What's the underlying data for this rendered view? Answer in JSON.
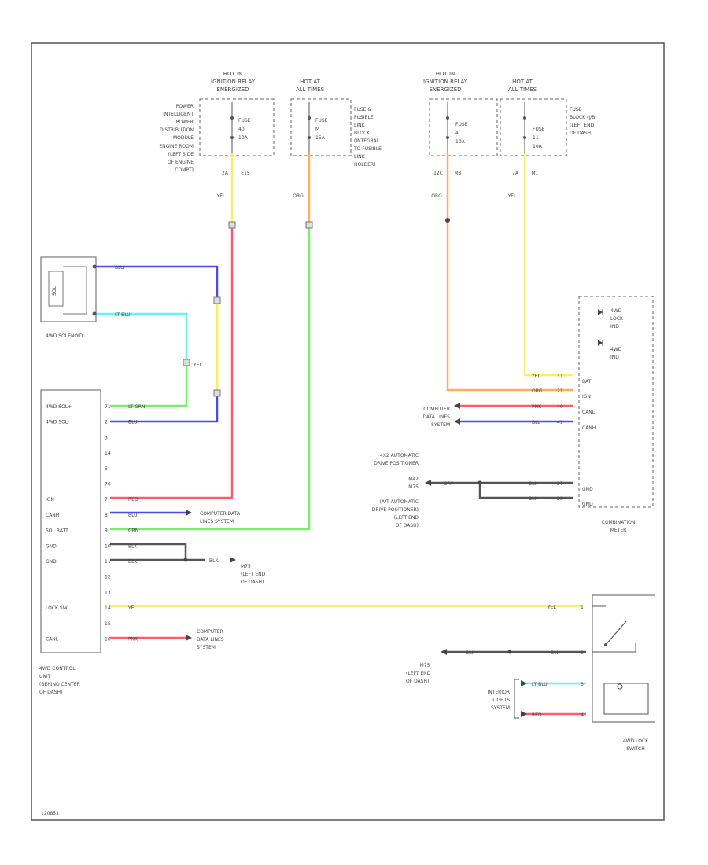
{
  "colors": {
    "yel": "#f2f26a",
    "red": "#ff5a6e",
    "org": "#ffad60",
    "grn": "#7cec6c",
    "blu": "#4a4af0",
    "ltblu": "#6cf0f0",
    "ltgrn": "#7cec6c",
    "blk": "#555555",
    "frame": "#555555"
  },
  "fuses": {
    "a": {
      "head": [
        "HOT IN",
        "IGNITION RELAY",
        "ENERGIZED"
      ],
      "fuse": [
        "FUSE",
        "40",
        "10A"
      ],
      "terms": [
        "2A",
        "E15"
      ],
      "wire": "YEL",
      "desc": [
        "POWER",
        "INTELLIGENT",
        "POWER",
        "DISTRIBUTION",
        "MODULE",
        "ENGINE ROOM",
        "(LEFT SIDE",
        "OF ENGINE",
        "COMPT)"
      ]
    },
    "b": {
      "head": [
        "HOT AT",
        "ALL TIMES"
      ],
      "fuse": [
        "FUSE",
        "M",
        "15A"
      ],
      "wire": "ORG",
      "desc": [
        "FUSE &",
        "FUSIBLE",
        "LINK",
        "BLOCK",
        "(INTEGRAL",
        "TO FUSIBLE",
        "LINK",
        "HOLDER)"
      ]
    },
    "c": {
      "head": [
        "HOT IN",
        "IGNITION RELAY",
        "ENERGIZED"
      ],
      "fuse": [
        "FUSE",
        "4",
        "10A"
      ],
      "terms": [
        "12C",
        "M3"
      ],
      "wire": "ORG"
    },
    "d": {
      "head": [
        "HOT AT",
        "ALL TIMES"
      ],
      "fuse": [
        "FUSE",
        "11",
        "10A"
      ],
      "terms": [
        "7A",
        "M1"
      ],
      "wire": "YEL",
      "desc": [
        "FUSE",
        "BLOCK (J/B)",
        "(LEFT END",
        "OF DASH)"
      ]
    }
  },
  "solenoid": {
    "title": "4WD SOLENOID",
    "inner": "SOL",
    "w1": "BLU",
    "w2": "LT BLU"
  },
  "splice_yel": "YEL",
  "control": {
    "title": [
      "4WD CONTROL",
      "UNIT",
      "(BEHIND CENTER",
      "OF DASH)"
    ],
    "pins": [
      {
        "no": "71",
        "name": "4WD SOL+",
        "wire": "LT GRN"
      },
      {
        "no": "2",
        "name": "4WD SOL-",
        "wire": "BLU"
      },
      {
        "no": "3",
        "name": "",
        "wire": ""
      },
      {
        "no": "14",
        "name": "",
        "wire": ""
      },
      {
        "no": "5",
        "name": "",
        "wire": ""
      },
      {
        "no": "76",
        "name": "",
        "wire": ""
      },
      {
        "no": "7",
        "name": "IGN",
        "wire": "RED"
      },
      {
        "no": "8",
        "name": "CANH",
        "wire": "BLU"
      },
      {
        "no": "9",
        "name": "SOL BATT",
        "wire": "GRN"
      },
      {
        "no": "10",
        "name": "GND",
        "wire": "BLK"
      },
      {
        "no": "11",
        "name": "GND",
        "wire": "BLK"
      },
      {
        "no": "12",
        "name": "",
        "wire": ""
      },
      {
        "no": "13",
        "name": "",
        "wire": ""
      },
      {
        "no": "14",
        "name": "LOCK SW",
        "wire": "YEL"
      },
      {
        "no": "15",
        "name": "",
        "wire": ""
      },
      {
        "no": "16",
        "name": "CANL",
        "wire": "PNK"
      }
    ],
    "cdl1": [
      "COMPUTER DATA",
      "LINES SYSTEM"
    ],
    "cdl2": [
      "COMPUTER",
      "DATA LINES",
      "SYSTEM"
    ],
    "gnd_wire": "BLK",
    "gnd_name": [
      "M75",
      "(LEFT END",
      "OF DASH)"
    ]
  },
  "meter": {
    "title": [
      "COMBINATION",
      "METER"
    ],
    "ind1": [
      "4WD",
      "LOCK",
      "IND"
    ],
    "ind2": [
      "4WD",
      "IND"
    ],
    "pins": [
      {
        "no": "11",
        "name": "BAT",
        "wire": "YEL"
      },
      {
        "no": "21",
        "name": "IGN",
        "wire": "ORG"
      },
      {
        "no": "40",
        "name": "CANL",
        "wire": "PNK"
      },
      {
        "no": "41",
        "name": "CANH",
        "wire": "BLU"
      }
    ],
    "gpins": [
      {
        "no": "27",
        "name": "GND",
        "wire": "BLK"
      },
      {
        "no": "28",
        "name": "GND",
        "wire": "BLK"
      }
    ],
    "cdl": [
      "COMPUTER",
      "DATA LINES",
      "SYSTEM"
    ],
    "gnd_wire": "GRY",
    "gnd_desc": [
      "4X2 AUTOMATIC",
      "DRIVE POSITIONER",
      "M42",
      "M75",
      "(A/T AUTOMATIC",
      "DRIVE POSITIONER)",
      "(LEFT END",
      "OF DASH)"
    ]
  },
  "lock_switch": {
    "title": [
      "4WD LOCK",
      "SWITCH"
    ],
    "pins": [
      {
        "no": "1",
        "wire": "YEL"
      },
      {
        "no": "2",
        "wire": "BLK"
      },
      {
        "no": "3",
        "wire": "LT BLU"
      },
      {
        "no": "4",
        "wire": "RED"
      }
    ],
    "gnd_wire": "BLK",
    "gnd_name": [
      "M75",
      "(LEFT END",
      "OF DASH)"
    ],
    "interior": [
      "INTERIOR",
      "LIGHTS",
      "SYSTEM"
    ]
  },
  "footer": "120851"
}
